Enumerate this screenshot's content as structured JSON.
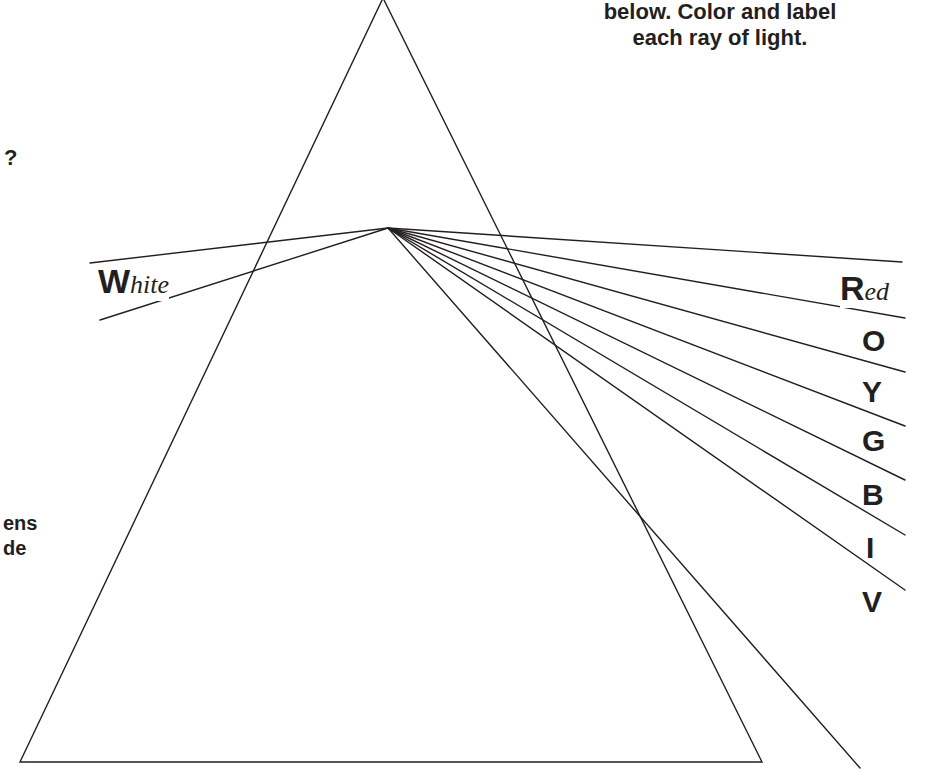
{
  "diagram": {
    "labels": [
      "below. Color and label",
      "each ray of light.",
      "?",
      "ens",
      "de",
      "White",
      "Red",
      "O",
      "Y",
      "G",
      "B",
      "I",
      "V"
    ]
  }
}
